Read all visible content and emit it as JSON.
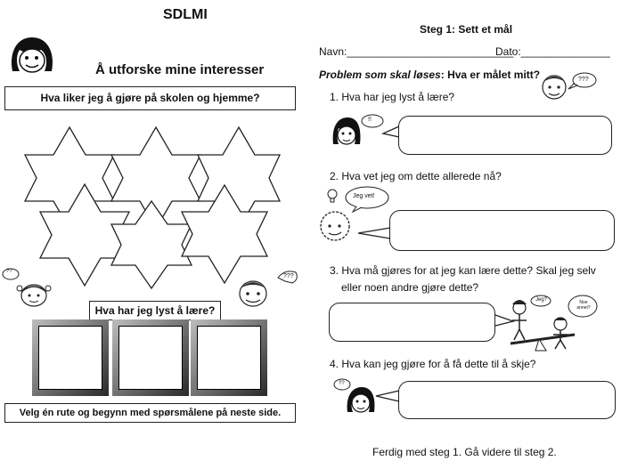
{
  "left": {
    "header": "SDLMI",
    "title": "Å utforske mine interesser",
    "question_box": "Hva liker jeg å gjøre på skolen og hjemme?",
    "learn_label": "Hva har jeg lyst å lære?",
    "footer": "Velg én rute og begynn med spørsmålene på neste side.",
    "small_bubble": "??",
    "right_bubble": "???"
  },
  "right": {
    "step_title": "Steg 1: Sett et mål",
    "name_label": "Navn:",
    "name_line": "____________________________",
    "date_label": "Dato:",
    "date_line": "_______________",
    "problem_italic": "Problem som skal løses",
    "problem_rest": ": Hva er målet mitt?",
    "problem_bubble": "???",
    "questions": [
      "1. Hva har jeg lyst å lære?",
      "2. Hva vet jeg om dette allerede nå?",
      "3. Hva må gjøres for at jeg kan lære dette? Skal jeg selv",
      "eller noen andre gjøre dette?",
      "4. Hva kan jeg gjøre for å få dette til å skje?"
    ],
    "q1_bubble": "!!",
    "q2_bubble": "Jeg vet!",
    "q3_bubble_a": "Jeg?",
    "q3_bubble_b": "Noe annet?",
    "q4_bubble": "??",
    "footer": "Ferdig med steg 1. Gå videre til steg 2."
  }
}
